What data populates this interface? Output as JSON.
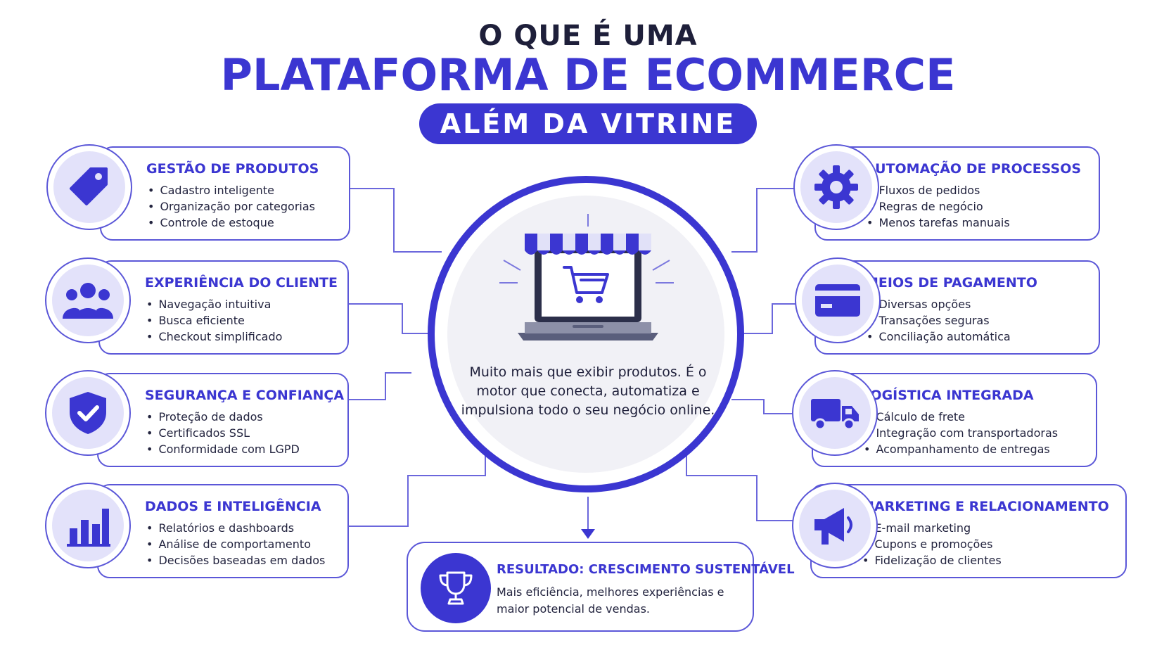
{
  "title": {
    "line1": "O QUE É UMA",
    "line2": "PLATAFORMA DE ECOMMERCE",
    "pill": "ALÉM DA VITRINE"
  },
  "center": {
    "text": "Muito mais que exibir produtos. É o motor que conecta, automatiza e impulsiona todo o seu negócio online."
  },
  "left_cards": [
    {
      "title": "GESTÃO DE PRODUTOS",
      "icon": "tag-icon",
      "items": [
        "Cadastro inteligente",
        "Organização por categorias",
        "Controle de estoque"
      ]
    },
    {
      "title": "EXPERIÊNCIA DO CLIENTE",
      "icon": "users-icon",
      "items": [
        "Navegação intuitiva",
        "Busca eficiente",
        "Checkout simplificado"
      ]
    },
    {
      "title": "SEGURANÇA E CONFIANÇA",
      "icon": "shield-check-icon",
      "items": [
        "Proteção de dados",
        "Certificados SSL",
        "Conformidade com LGPD"
      ]
    },
    {
      "title": "DADOS E INTELIGÊNCIA",
      "icon": "bar-chart-icon",
      "items": [
        "Relatórios e dashboards",
        "Análise de comportamento",
        "Decisões baseadas em dados"
      ]
    }
  ],
  "right_cards": [
    {
      "title": "AUTOMAÇÃO DE PROCESSOS",
      "icon": "gear-icon",
      "items": [
        "Fluxos de pedidos",
        "Regras de negócio",
        "Menos tarefas manuais"
      ]
    },
    {
      "title": "MEIOS DE PAGAMENTO",
      "icon": "credit-card-icon",
      "items": [
        "Diversas opções",
        "Transações seguras",
        "Conciliação automática"
      ]
    },
    {
      "title": "LOGÍSTICA INTEGRADA",
      "icon": "truck-icon",
      "items": [
        "Cálculo de frete",
        "Integração com transportadoras",
        "Acompanhamento de entregas"
      ]
    },
    {
      "title": "MARKETING E RELACIONAMENTO",
      "icon": "megaphone-icon",
      "items": [
        "E-mail marketing",
        "Cupons e promoções",
        "Fidelização de clientes"
      ]
    }
  ],
  "result": {
    "title": "RESULTADO: CRESCIMENTO SUSTENTÁVEL",
    "text": "Mais eficiência, melhores experiências e maior potencial de vendas.",
    "icon": "trophy-icon"
  },
  "colors": {
    "accent": "#3b36d1",
    "border": "#5b57d8",
    "icon_bg": "#e3e2fa",
    "text": "#1e1f3a"
  }
}
